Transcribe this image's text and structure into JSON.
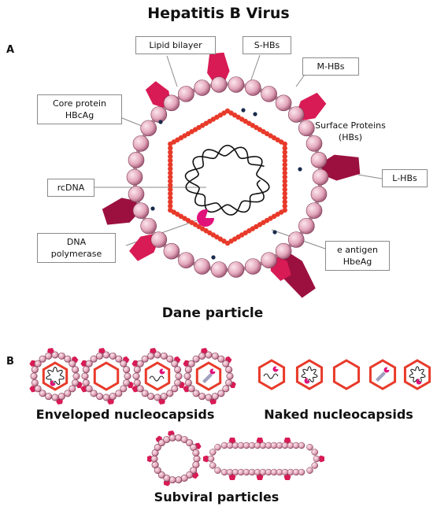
{
  "title": "Hepatitis B Virus",
  "panel_a": "A",
  "panel_b": "B",
  "labels": {
    "lipid_bilayer": "Lipid bilayer",
    "s_hbs": "S-HBs",
    "m_hbs": "M-HBs",
    "core_protein": "Core protein\nHBcAg",
    "surface_proteins": "Surface Proteins\n(HBs)",
    "l_hbs": "L-HBs",
    "rcdna": "rcDNA",
    "dna_polymerase": "DNA\npolymerase",
    "e_antigen": "e antigen\nHbeAg",
    "dane_particle": "Dane particle",
    "enveloped_nucleocapsids": "Enveloped nucleocapsids",
    "naked_nucleocapsids": "Naked nucleocapsids",
    "subviral_particles": "Subviral particles"
  },
  "colors": {
    "envelope_bead": "#e8b4c4",
    "envelope_outline": "#7a3850",
    "capsid": "#e83a2a",
    "surface_protein": "#d81b55",
    "surface_protein_dark": "#9c1040",
    "polymerase": "#e0127a",
    "antigen_dot": "#1a2a4a"
  }
}
